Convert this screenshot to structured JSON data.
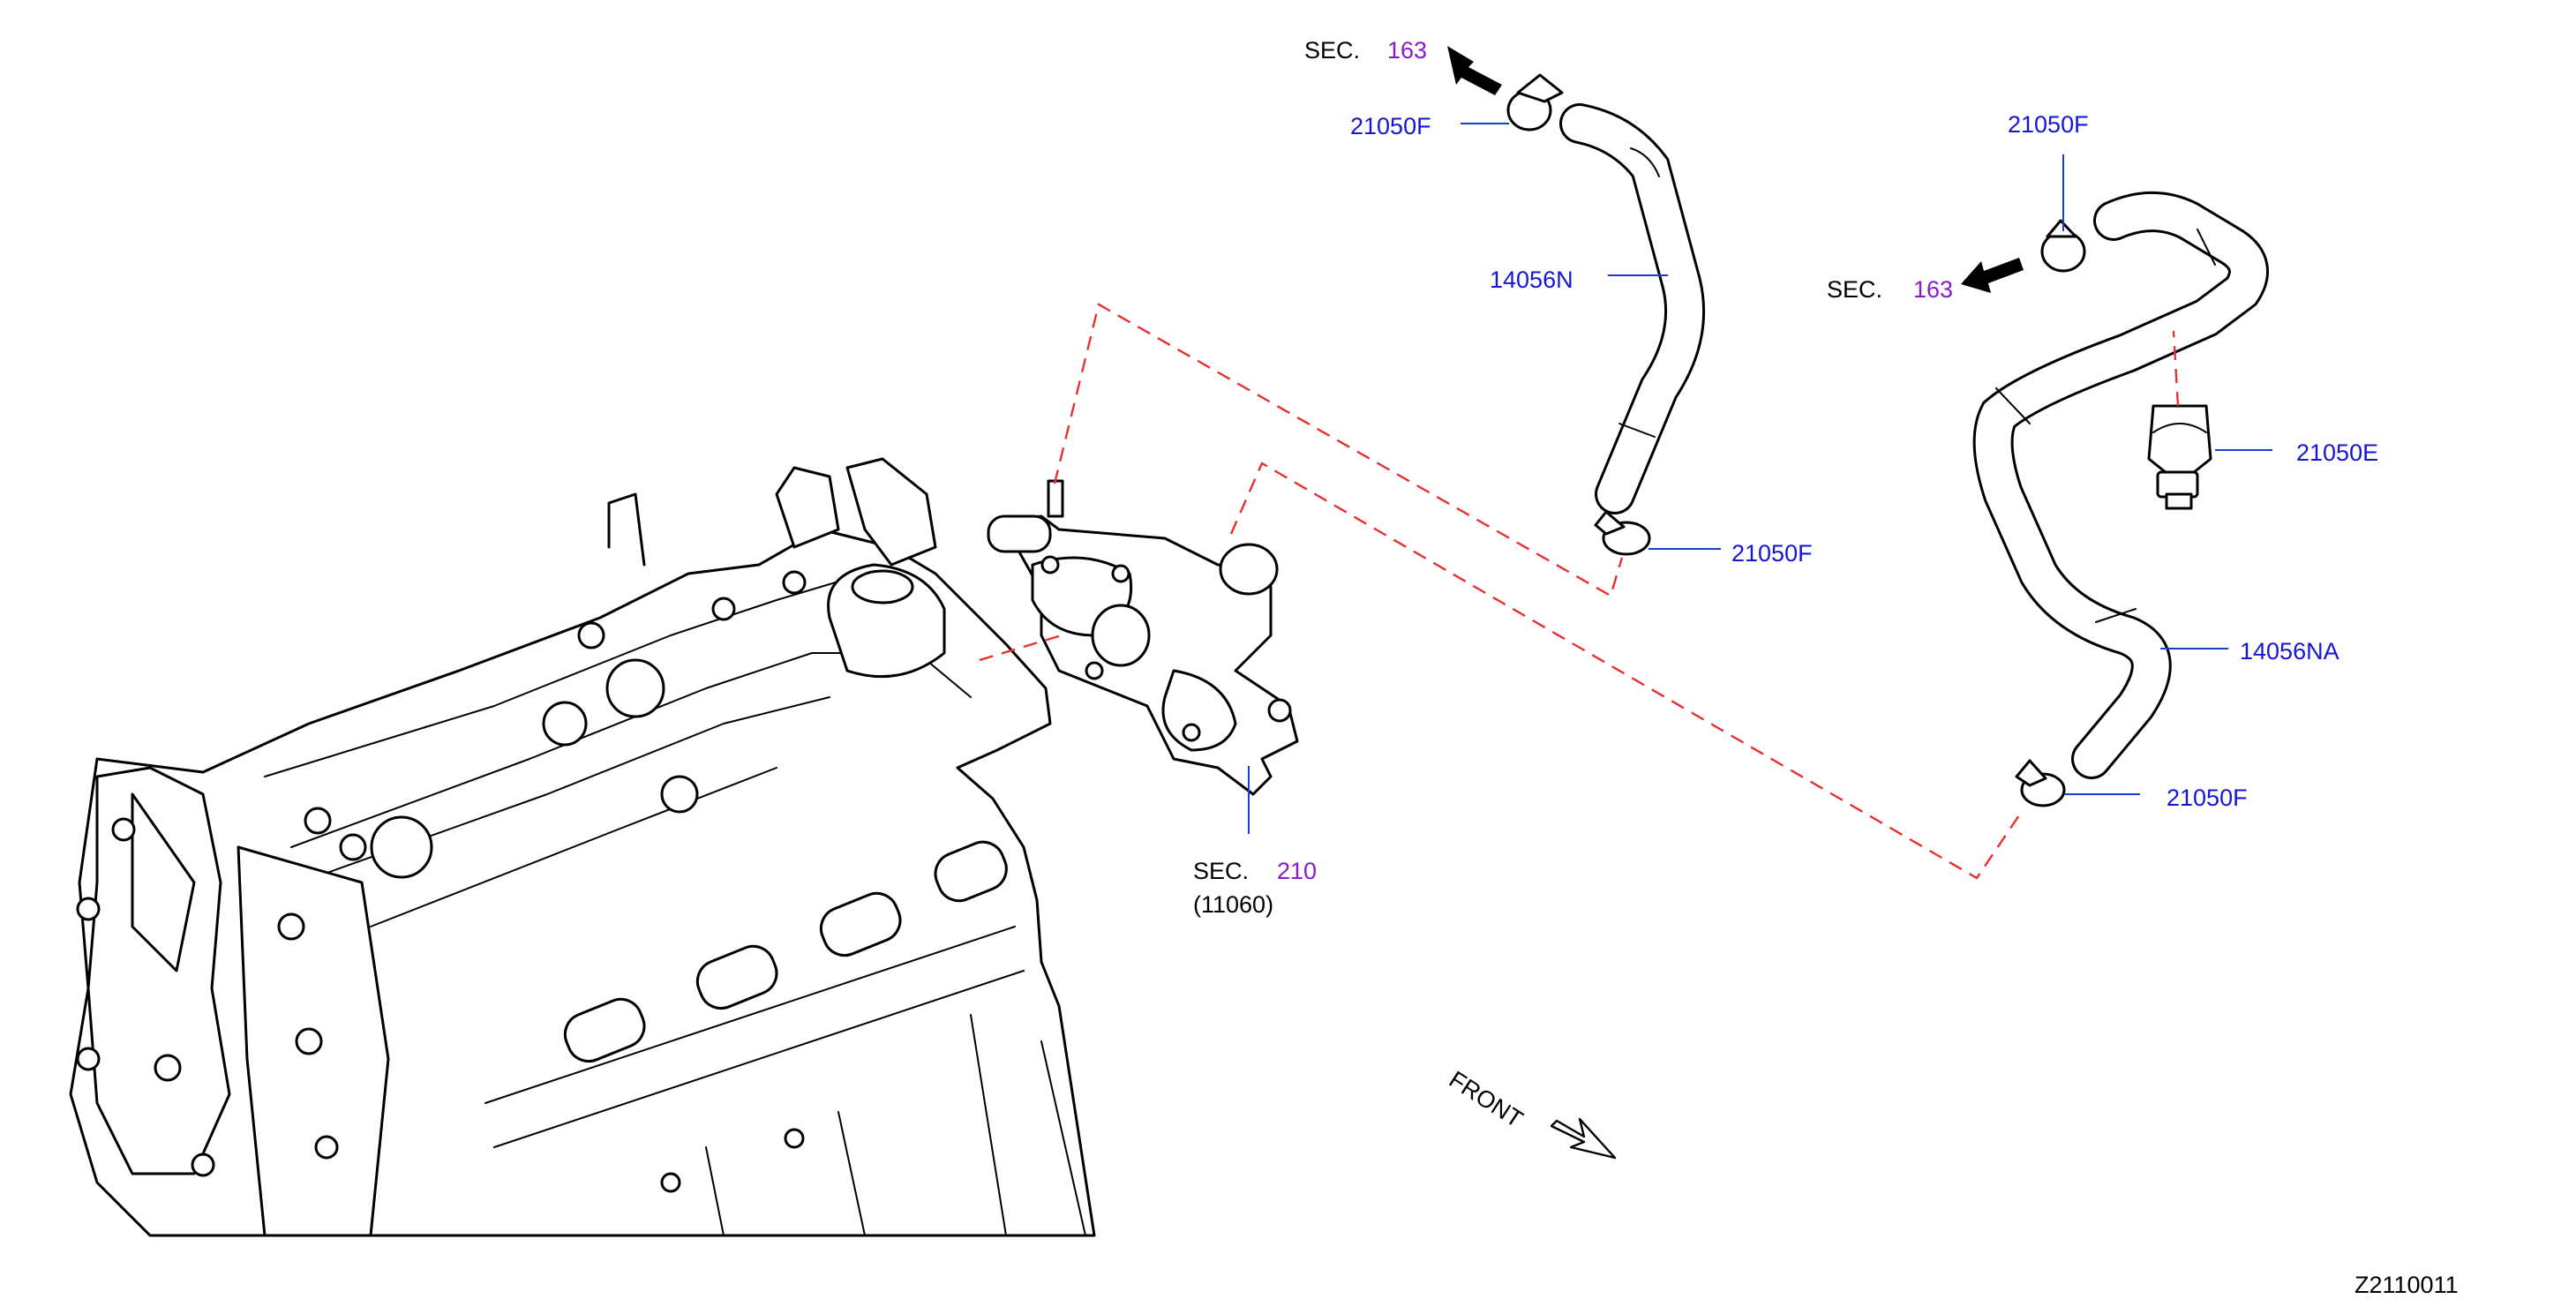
{
  "colors": {
    "part_number": "#1515d6",
    "section_ref": "#8a1ad0",
    "label_black": "#000000",
    "leader_line": "#1a3fcc",
    "dashed_link": "#e8312f"
  },
  "icons": {
    "arrow": "bold-left-arrow",
    "front": "hollow-diagonal-arrow"
  },
  "labels": {
    "sec_top_prefix": "SEC.",
    "sec_top_num": "163",
    "pn_21050F_top_left": "21050F",
    "pn_14056N": "14056N",
    "pn_21050F_mid": "21050F",
    "pn_21050F_top_right": "21050F",
    "sec_right_prefix": "SEC.",
    "sec_right_num": "163",
    "pn_21050E": "21050E",
    "pn_14056NA": "14056NA",
    "pn_21050F_bottom_right": "21050F",
    "sec_210_prefix": "SEC.",
    "sec_210_num": "210",
    "sec_210_sub": "(11060)",
    "front": "FRONT",
    "diagram_code": "Z2110011"
  }
}
